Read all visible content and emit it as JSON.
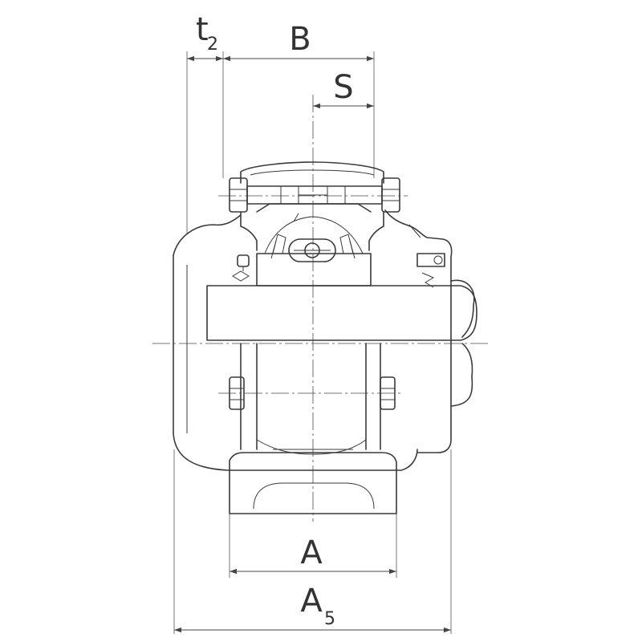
{
  "labels": {
    "t": "t",
    "t_sub": "2",
    "b": "B",
    "s": "S",
    "a": "A",
    "a5": "A",
    "a5_sub": "5"
  },
  "colors": {
    "line": "#3a3a3a",
    "background": "#ffffff"
  }
}
